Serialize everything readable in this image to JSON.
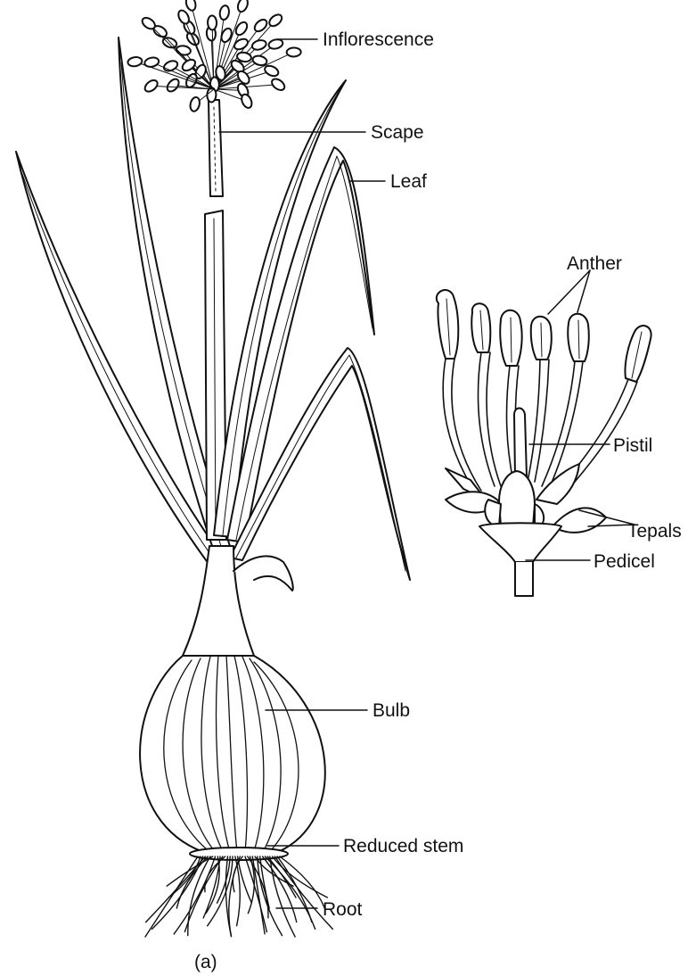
{
  "figure": {
    "caption": "(a)",
    "ink_color": "#111111",
    "background_color": "#ffffff"
  },
  "plant": {
    "labels": {
      "inflorescence": "Inflorescence",
      "scape": "Scape",
      "leaf": "Leaf",
      "bulb": "Bulb",
      "reduced_stem": "Reduced stem",
      "root": "Root"
    }
  },
  "flower": {
    "labels": {
      "anther": "Anther",
      "pistil": "Pistil",
      "tepals": "Tepals",
      "pedicel": "Pedicel"
    }
  }
}
